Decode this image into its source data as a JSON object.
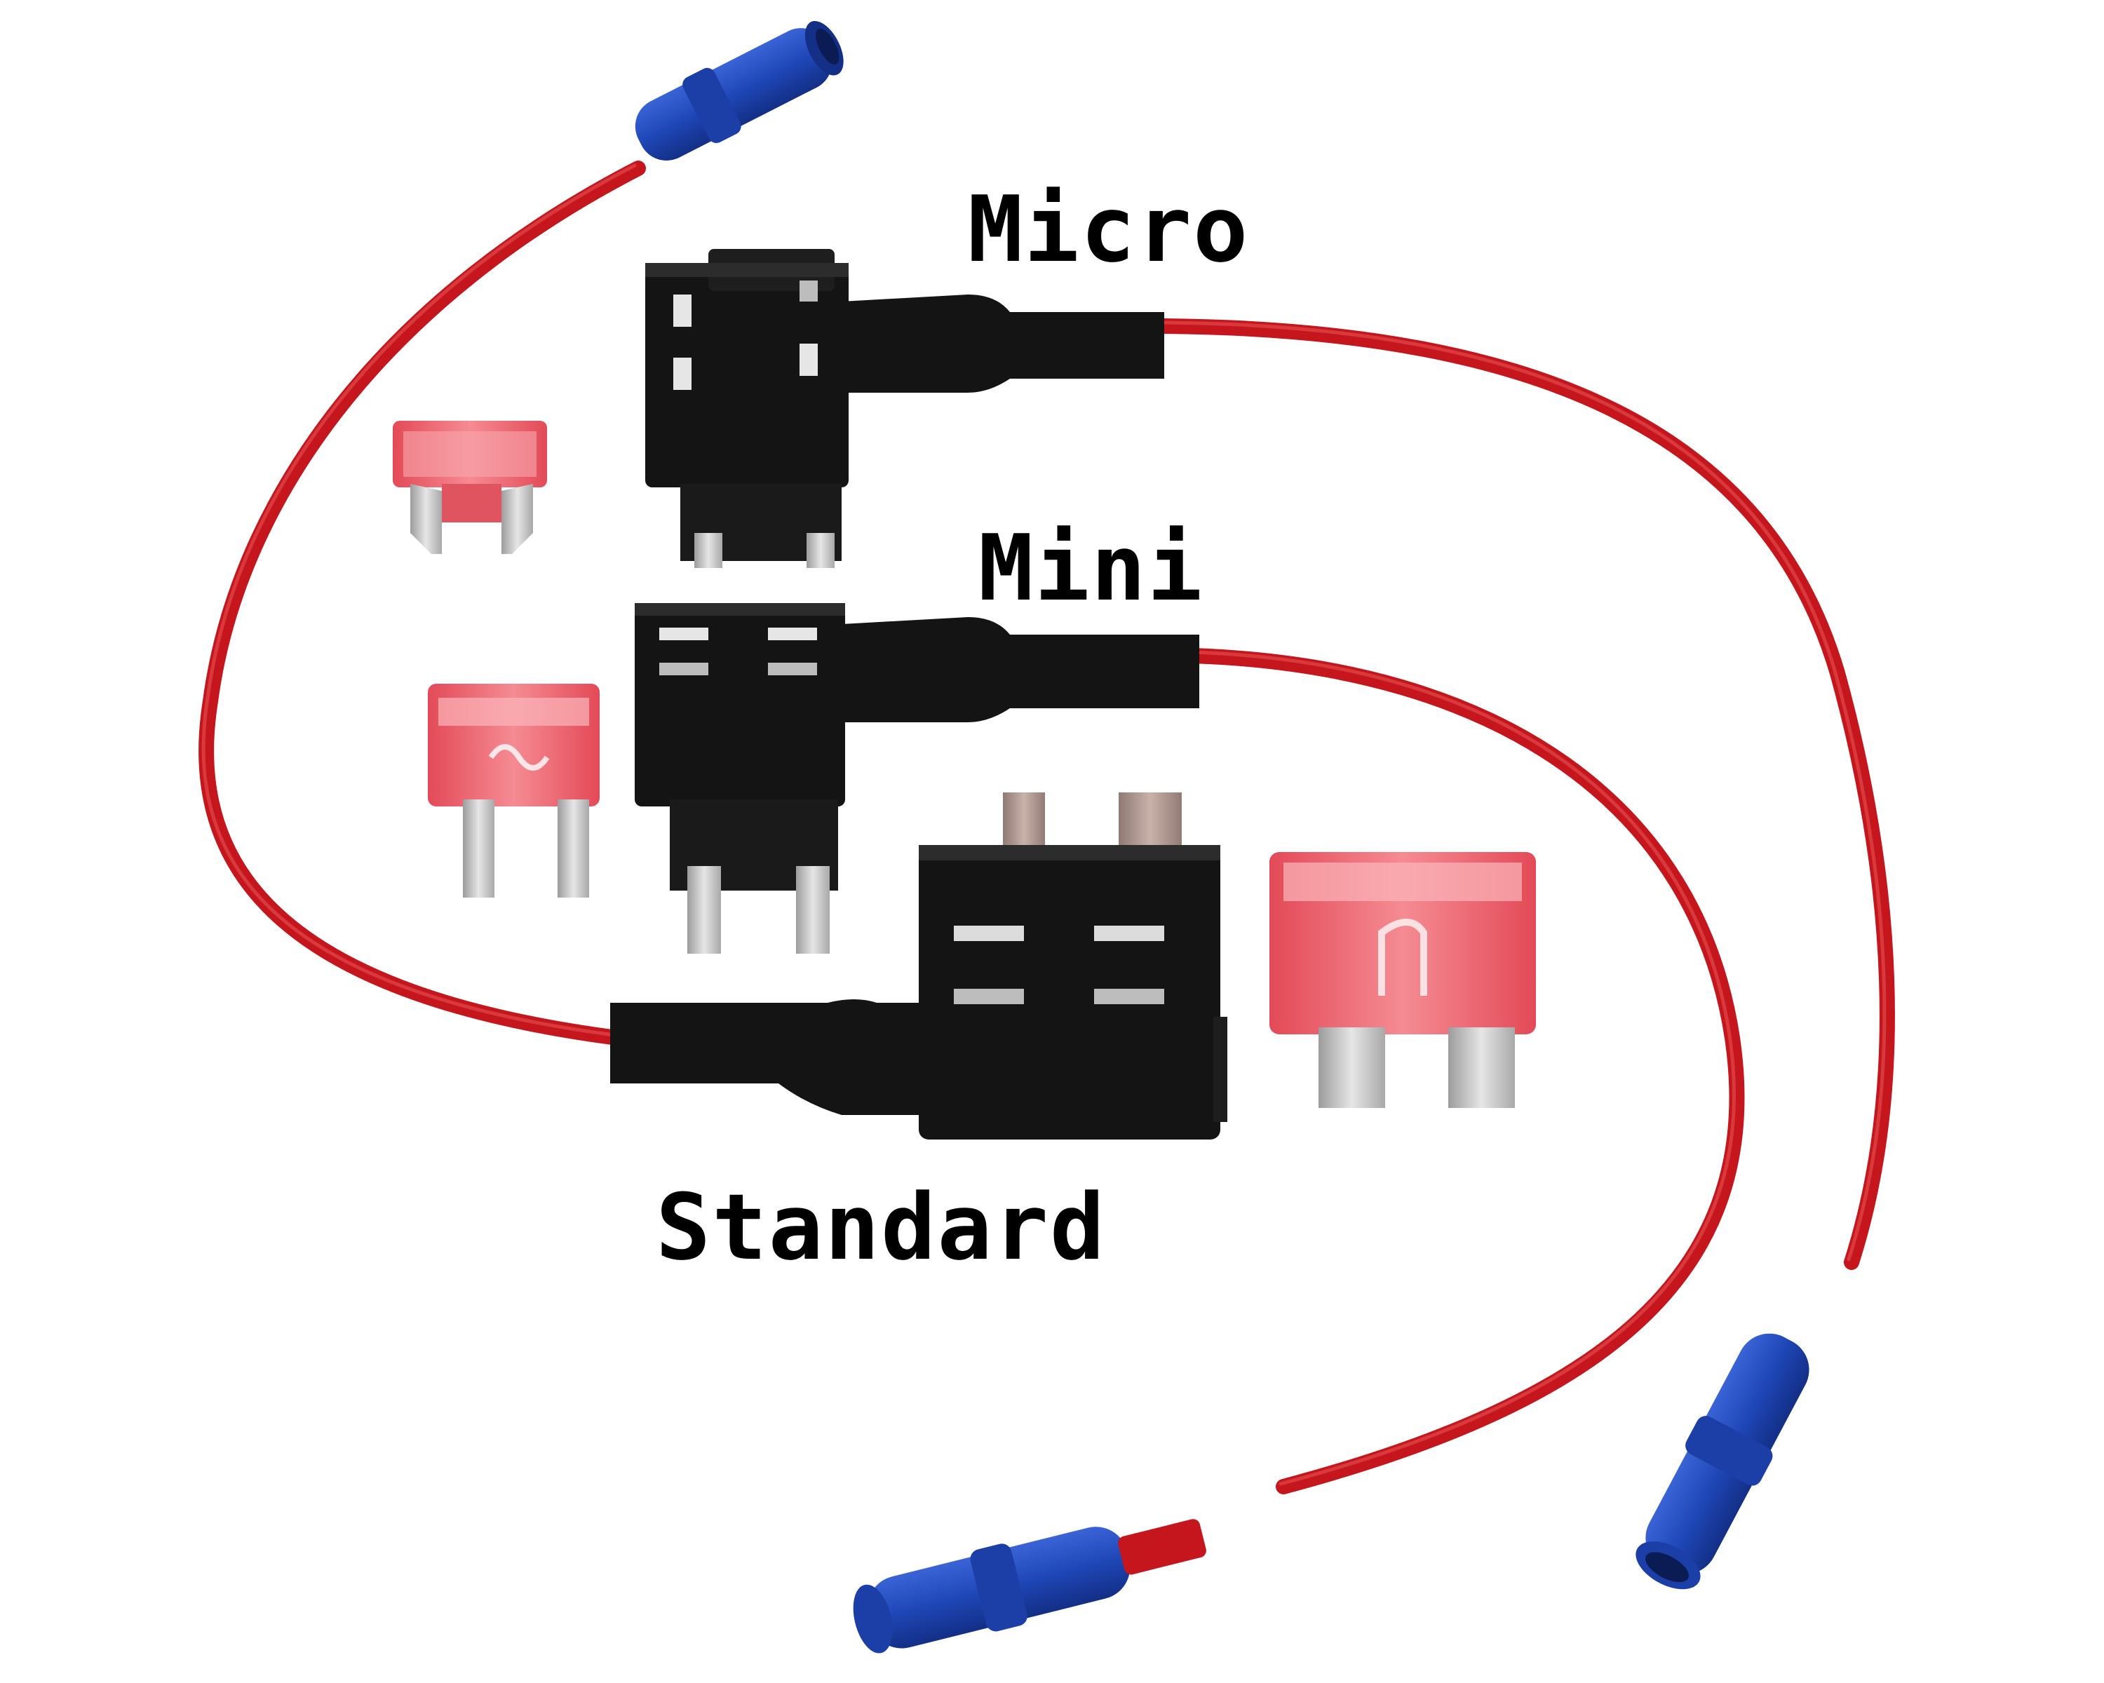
{
  "labels": {
    "micro": "Micro",
    "mini": "Mini",
    "standard": "Standard"
  },
  "colors": {
    "background": "#ffffff",
    "wire": "#c4161c",
    "wire_highlight": "#e2474b",
    "connector": "#1f47b8",
    "connector_dark": "#132f86",
    "holder": "#141414",
    "holder_edge": "#2c2c2c",
    "fuse_body": "#f2707a",
    "fuse_body_dark": "#d8404c",
    "blade": "#bdbdbd",
    "label_text": "#000000"
  },
  "icons": {
    "micro_holder": "fuse-tap-micro-icon",
    "mini_holder": "fuse-tap-mini-icon",
    "standard_holder": "fuse-tap-standard-icon",
    "micro_fuse": "micro-blade-fuse-icon",
    "mini_fuse": "mini-blade-fuse-icon",
    "standard_fuse": "standard-blade-fuse-icon",
    "connector": "butt-connector-icon"
  }
}
